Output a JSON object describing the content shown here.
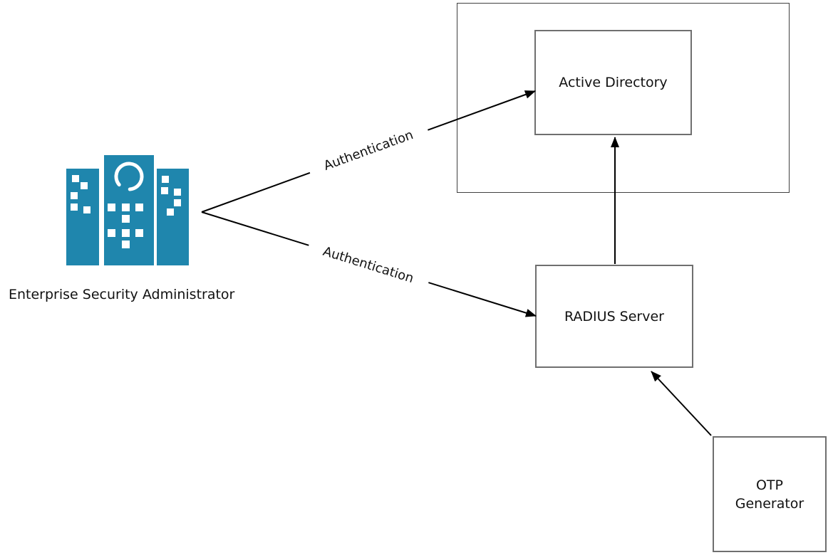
{
  "diagram": {
    "nodes": {
      "enterprise_admin": {
        "label": "Enterprise Security Administrator",
        "icon": "enterprise-buildings-icon"
      },
      "active_directory": {
        "label": "Active Directory"
      },
      "radius_server": {
        "label": "RADIUS Server"
      },
      "otp_generator": {
        "label": "OTP\nGenerator"
      }
    },
    "edges": [
      {
        "from": "enterprise_admin",
        "to": "active_directory",
        "label": "Authentication"
      },
      {
        "from": "enterprise_admin",
        "to": "radius_server",
        "label": "Authentication"
      },
      {
        "from": "radius_server",
        "to": "active_directory",
        "label": ""
      },
      {
        "from": "otp_generator",
        "to": "radius_server",
        "label": ""
      }
    ],
    "colors": {
      "building_fill": "#1F86AD",
      "connector": "#000000",
      "node_border": "#6F6F6F",
      "group_border": "#404040",
      "text": "#111111"
    }
  }
}
